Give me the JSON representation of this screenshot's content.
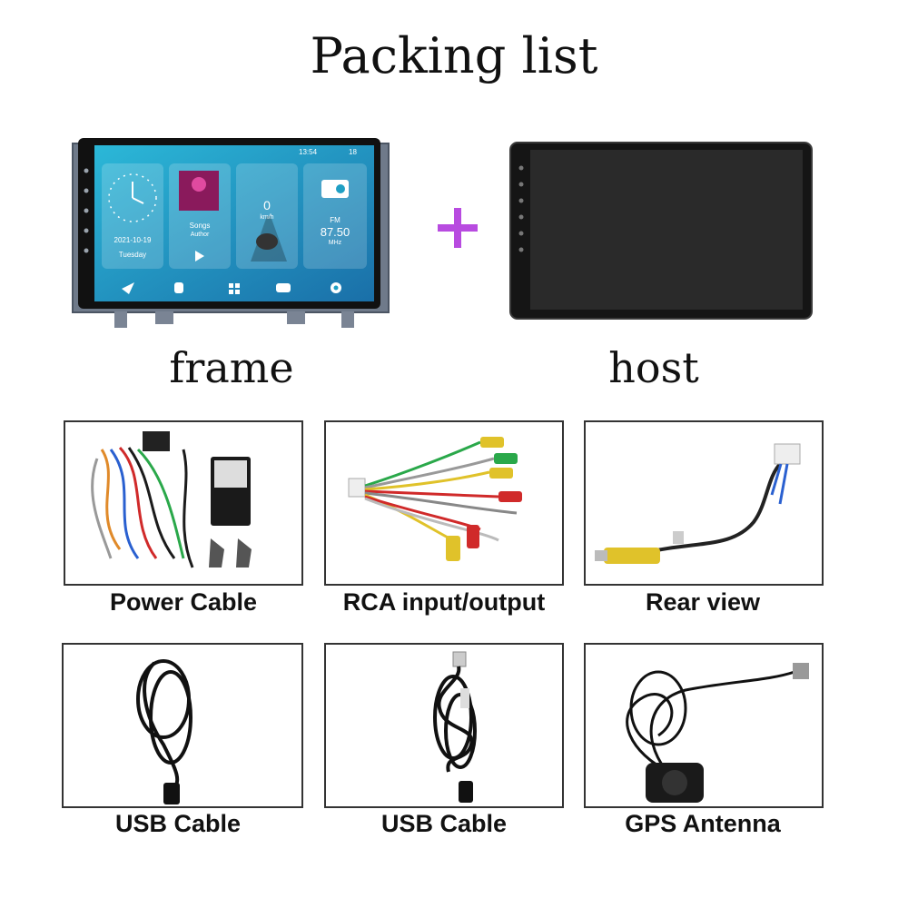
{
  "title": "Packing list",
  "top_items": {
    "frame": {
      "label": "frame",
      "screen": {
        "status_time": "13:54",
        "status_temp": "18",
        "clock_date": "2021-10-19",
        "clock_day": "Tuesday",
        "music_title": "Songs",
        "music_artist": "Author",
        "speed_value": "0",
        "speed_unit": "km/h",
        "radio_band": "FM",
        "radio_freq": "87.50",
        "radio_unit": "MHz"
      }
    },
    "host": {
      "label": "host"
    }
  },
  "accessories": [
    {
      "label": "Power Cable"
    },
    {
      "label": "RCA input/output"
    },
    {
      "label": "Rear view"
    },
    {
      "label": "USB Cable"
    },
    {
      "label": "USB Cable"
    },
    {
      "label": "GPS Antenna"
    }
  ],
  "colors": {
    "plus": "#b84be0",
    "screen_bg": "#1f9fc4",
    "host_bezel": "#151515"
  }
}
